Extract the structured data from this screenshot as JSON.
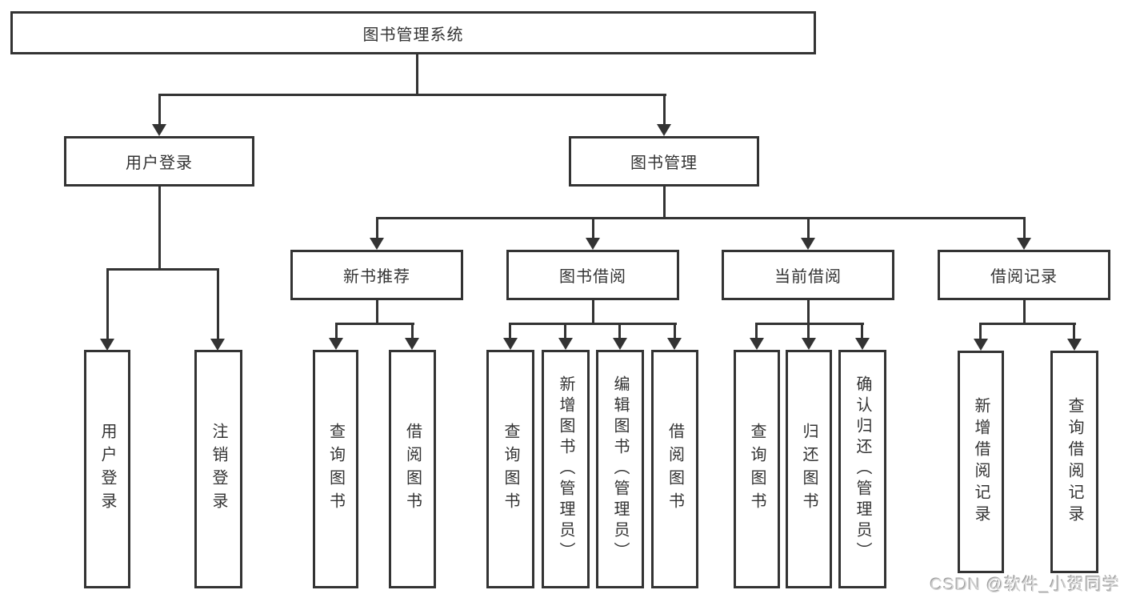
{
  "tree": {
    "root": {
      "label": "图书管理系统"
    },
    "branches": [
      {
        "label": "用户登录",
        "children": [
          {
            "label": "用户登录"
          },
          {
            "label": "注销登录"
          }
        ]
      },
      {
        "label": "图书管理",
        "children": [
          {
            "label": "新书推荐",
            "children": [
              {
                "label": "查询图书"
              },
              {
                "label": "借阅图书"
              }
            ]
          },
          {
            "label": "图书借阅",
            "children": [
              {
                "label": "查询图书"
              },
              {
                "label": "新增图书（管理员）"
              },
              {
                "label": "编辑图书（管理员）"
              },
              {
                "label": "借阅图书"
              }
            ]
          },
          {
            "label": "当前借阅",
            "children": [
              {
                "label": "查询图书"
              },
              {
                "label": "归还图书"
              },
              {
                "label": "确认归还（管理员）"
              }
            ]
          },
          {
            "label": "借阅记录",
            "children": [
              {
                "label": "新增借阅记录"
              },
              {
                "label": "查询借阅记录"
              }
            ]
          }
        ]
      }
    ]
  },
  "watermark": {
    "text": "CSDN @软件_小贺同学"
  },
  "colors": {
    "line": "#333333",
    "text": "#333333",
    "background": "#ffffff",
    "watermark": "#cfcfcf"
  }
}
